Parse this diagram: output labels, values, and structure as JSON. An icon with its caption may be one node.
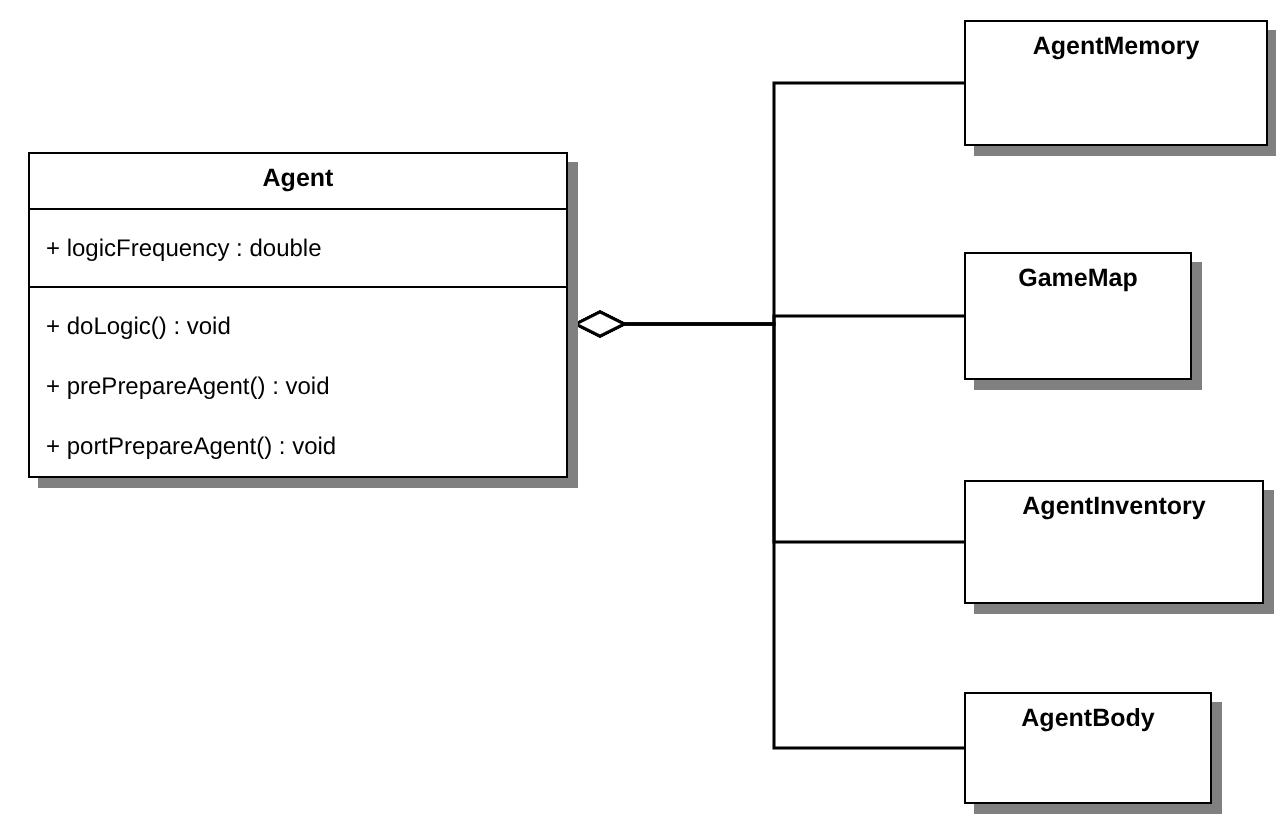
{
  "diagram": {
    "nodes": [
      {
        "text": [
          "Agent",
          "+ logicFrequency : double",
          "+ doLogic() : void",
          "+ prePrepareAgent() : void",
          "+ portPrepareAgent() : void"
        ]
      },
      {
        "text": [
          "AgentMemory"
        ]
      },
      {
        "text": [
          "GameMap"
        ]
      },
      {
        "text": [
          "AgentInventory"
        ]
      },
      {
        "text": [
          "AgentBody"
        ]
      }
    ],
    "edges": [
      {
        "from": 0,
        "to": 1,
        "arrow": "other"
      },
      {
        "from": 0,
        "to": 2,
        "arrow": "other"
      },
      {
        "from": 0,
        "to": 3,
        "arrow": "other"
      },
      {
        "from": 0,
        "to": 4,
        "arrow": "other"
      }
    ]
  }
}
